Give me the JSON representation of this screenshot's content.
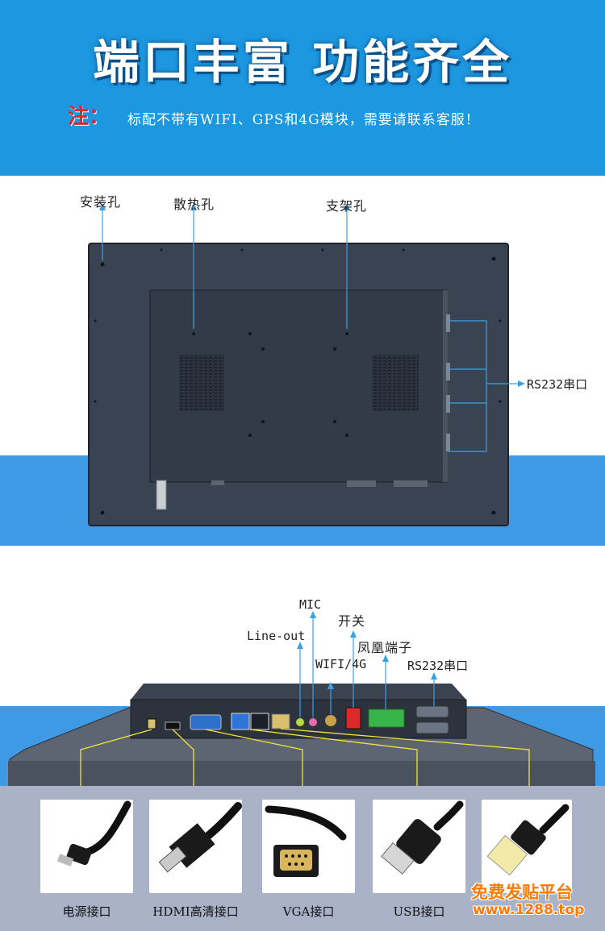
{
  "header": {
    "title": "端口丰富 功能齐全",
    "note_prefix": "注：",
    "note_text": "标配不带有WIFI、GPS和4G模块，需要请联系客服！"
  },
  "rear_view": {
    "labels": {
      "mount_holes": "安装孔",
      "vents": "散热孔",
      "bracket_holes": "支架孔",
      "rs232": "RS232串口"
    }
  },
  "port_view": {
    "labels": {
      "mic": "MIC",
      "switch": "开关",
      "line_out": "Line-out",
      "phoenix": "凤凰端子",
      "wifi4g": "WIFI/4G",
      "rs232": "RS232串口"
    }
  },
  "connectors": [
    {
      "label": "电源接口",
      "icon": "power-plug-icon"
    },
    {
      "label": "HDMI高清接口",
      "icon": "hdmi-cable-icon"
    },
    {
      "label": "VGA接口",
      "icon": "vga-cable-icon"
    },
    {
      "label": "USB接口",
      "icon": "usb-cable-icon"
    },
    {
      "label": "",
      "icon": "rj45-cable-icon"
    }
  ],
  "watermark": {
    "line1": "免费发贴平台",
    "line2": "www.1288.top"
  },
  "colors": {
    "header_blue": "#1d97e0",
    "band_blue": "#3f9ae6",
    "panel_dark": "#3a4352",
    "callout_line": "#3aa0e6",
    "connector_line": "#f2e33b",
    "note_red": "#e8202a",
    "watermark_orange": "#ff7a00"
  }
}
